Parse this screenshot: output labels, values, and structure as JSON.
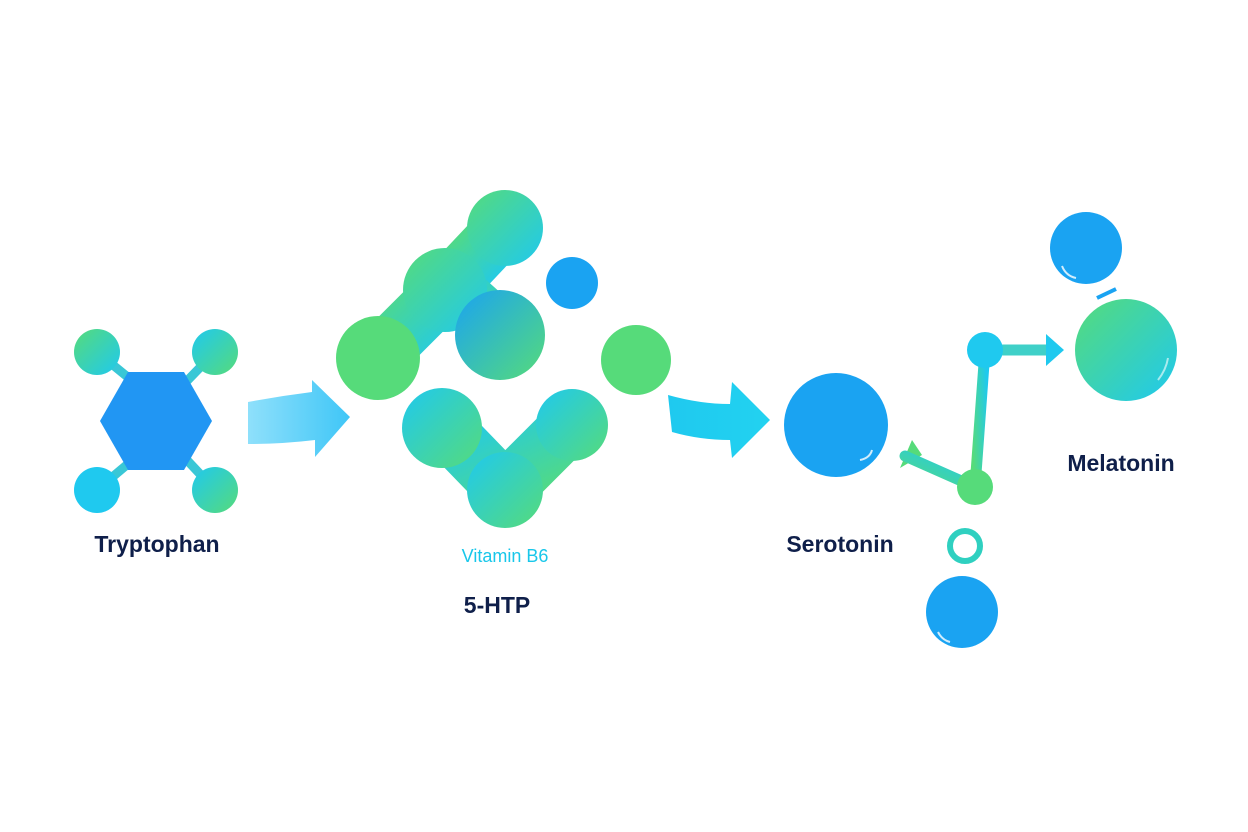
{
  "labels": {
    "tryptophan": "Tryptophan",
    "vitamin_b6": "Vitamin B6",
    "five_htp": "5-HTP",
    "serotonin": "Serotonin",
    "melatonin": "Melatonin"
  },
  "colors": {
    "blue": "#1aa3f2",
    "cyan": "#1fc9ef",
    "green": "#56db7a",
    "hexagon": "#2196f3",
    "text": "#0f1f4a"
  }
}
